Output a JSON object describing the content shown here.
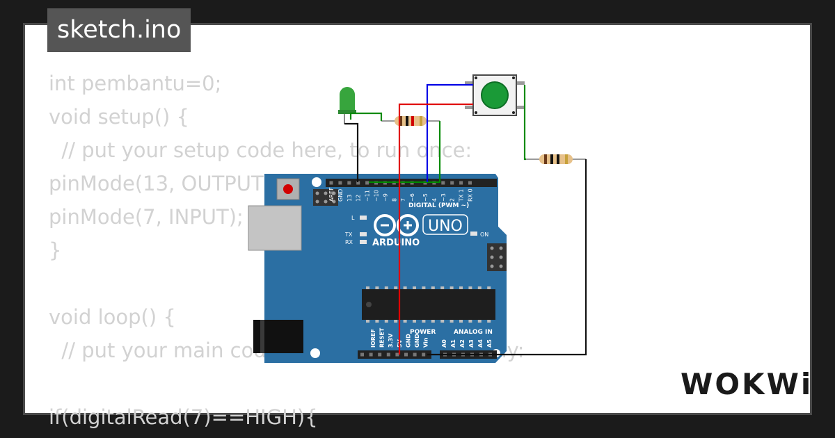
{
  "tab": {
    "filename": "sketch.ino"
  },
  "code_lines": [
    "int pembantu=0;",
    "void setup() {",
    "  // put your setup code here, to run once:",
    "pinMode(13, OUTPUT);",
    "pinMode(7, INPUT);",
    "}",
    "",
    "void loop() {",
    "  // put your main code here, to run repeatedly:",
    "",
    "if(digitalRead(7)==HIGH){"
  ],
  "board": {
    "model": "UNO",
    "brand": "ARDUINO",
    "digital_label": "DIGITAL (PWM ~)",
    "power_label": "POWER",
    "analog_label": "ANALOG IN",
    "on_label": "ON",
    "l_label": "L",
    "tx_label": "TX",
    "rx_label": "RX",
    "digital_pins": [
      "AREF",
      "GND",
      "13",
      "12",
      "~11",
      "~10",
      "~9",
      "8",
      "7",
      "~6",
      "~5",
      "4",
      "~3",
      "2",
      "TX 1",
      "RX 0"
    ],
    "power_pins": [
      "IOREF",
      "RESET",
      "3.3V",
      "5V",
      "GND",
      "GND",
      "Vin"
    ],
    "analog_pins": [
      "A0",
      "A1",
      "A2",
      "A3",
      "A4",
      "A5"
    ]
  },
  "brand": {
    "logo_text": "WOKWi"
  },
  "colors": {
    "board": "#2b6fa3",
    "wire_red": "#e00000",
    "wire_blue": "#0000e6",
    "wire_green": "#008a00",
    "wire_black": "#111111",
    "led": "#37a53d",
    "button": "#1a9a37"
  }
}
